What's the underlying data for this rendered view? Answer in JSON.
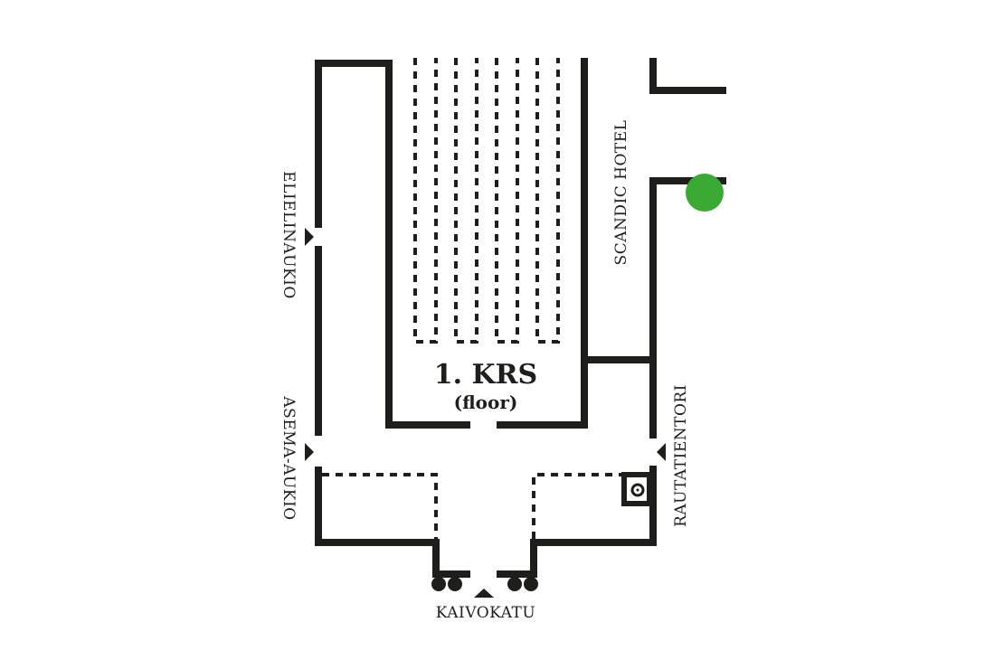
{
  "floor": {
    "title": "1. KRS",
    "subtitle": "(floor)"
  },
  "labels": {
    "west_upper": "ELIELINAUKIO",
    "west_lower": "ASEMA-AUKIO",
    "hotel": "SCANDIC HOTEL",
    "east": "RAUTATIENTORI",
    "south": "KAIVOKATU"
  },
  "colors": {
    "wall": "#1e1e1c",
    "marker": "#3aaa35"
  }
}
